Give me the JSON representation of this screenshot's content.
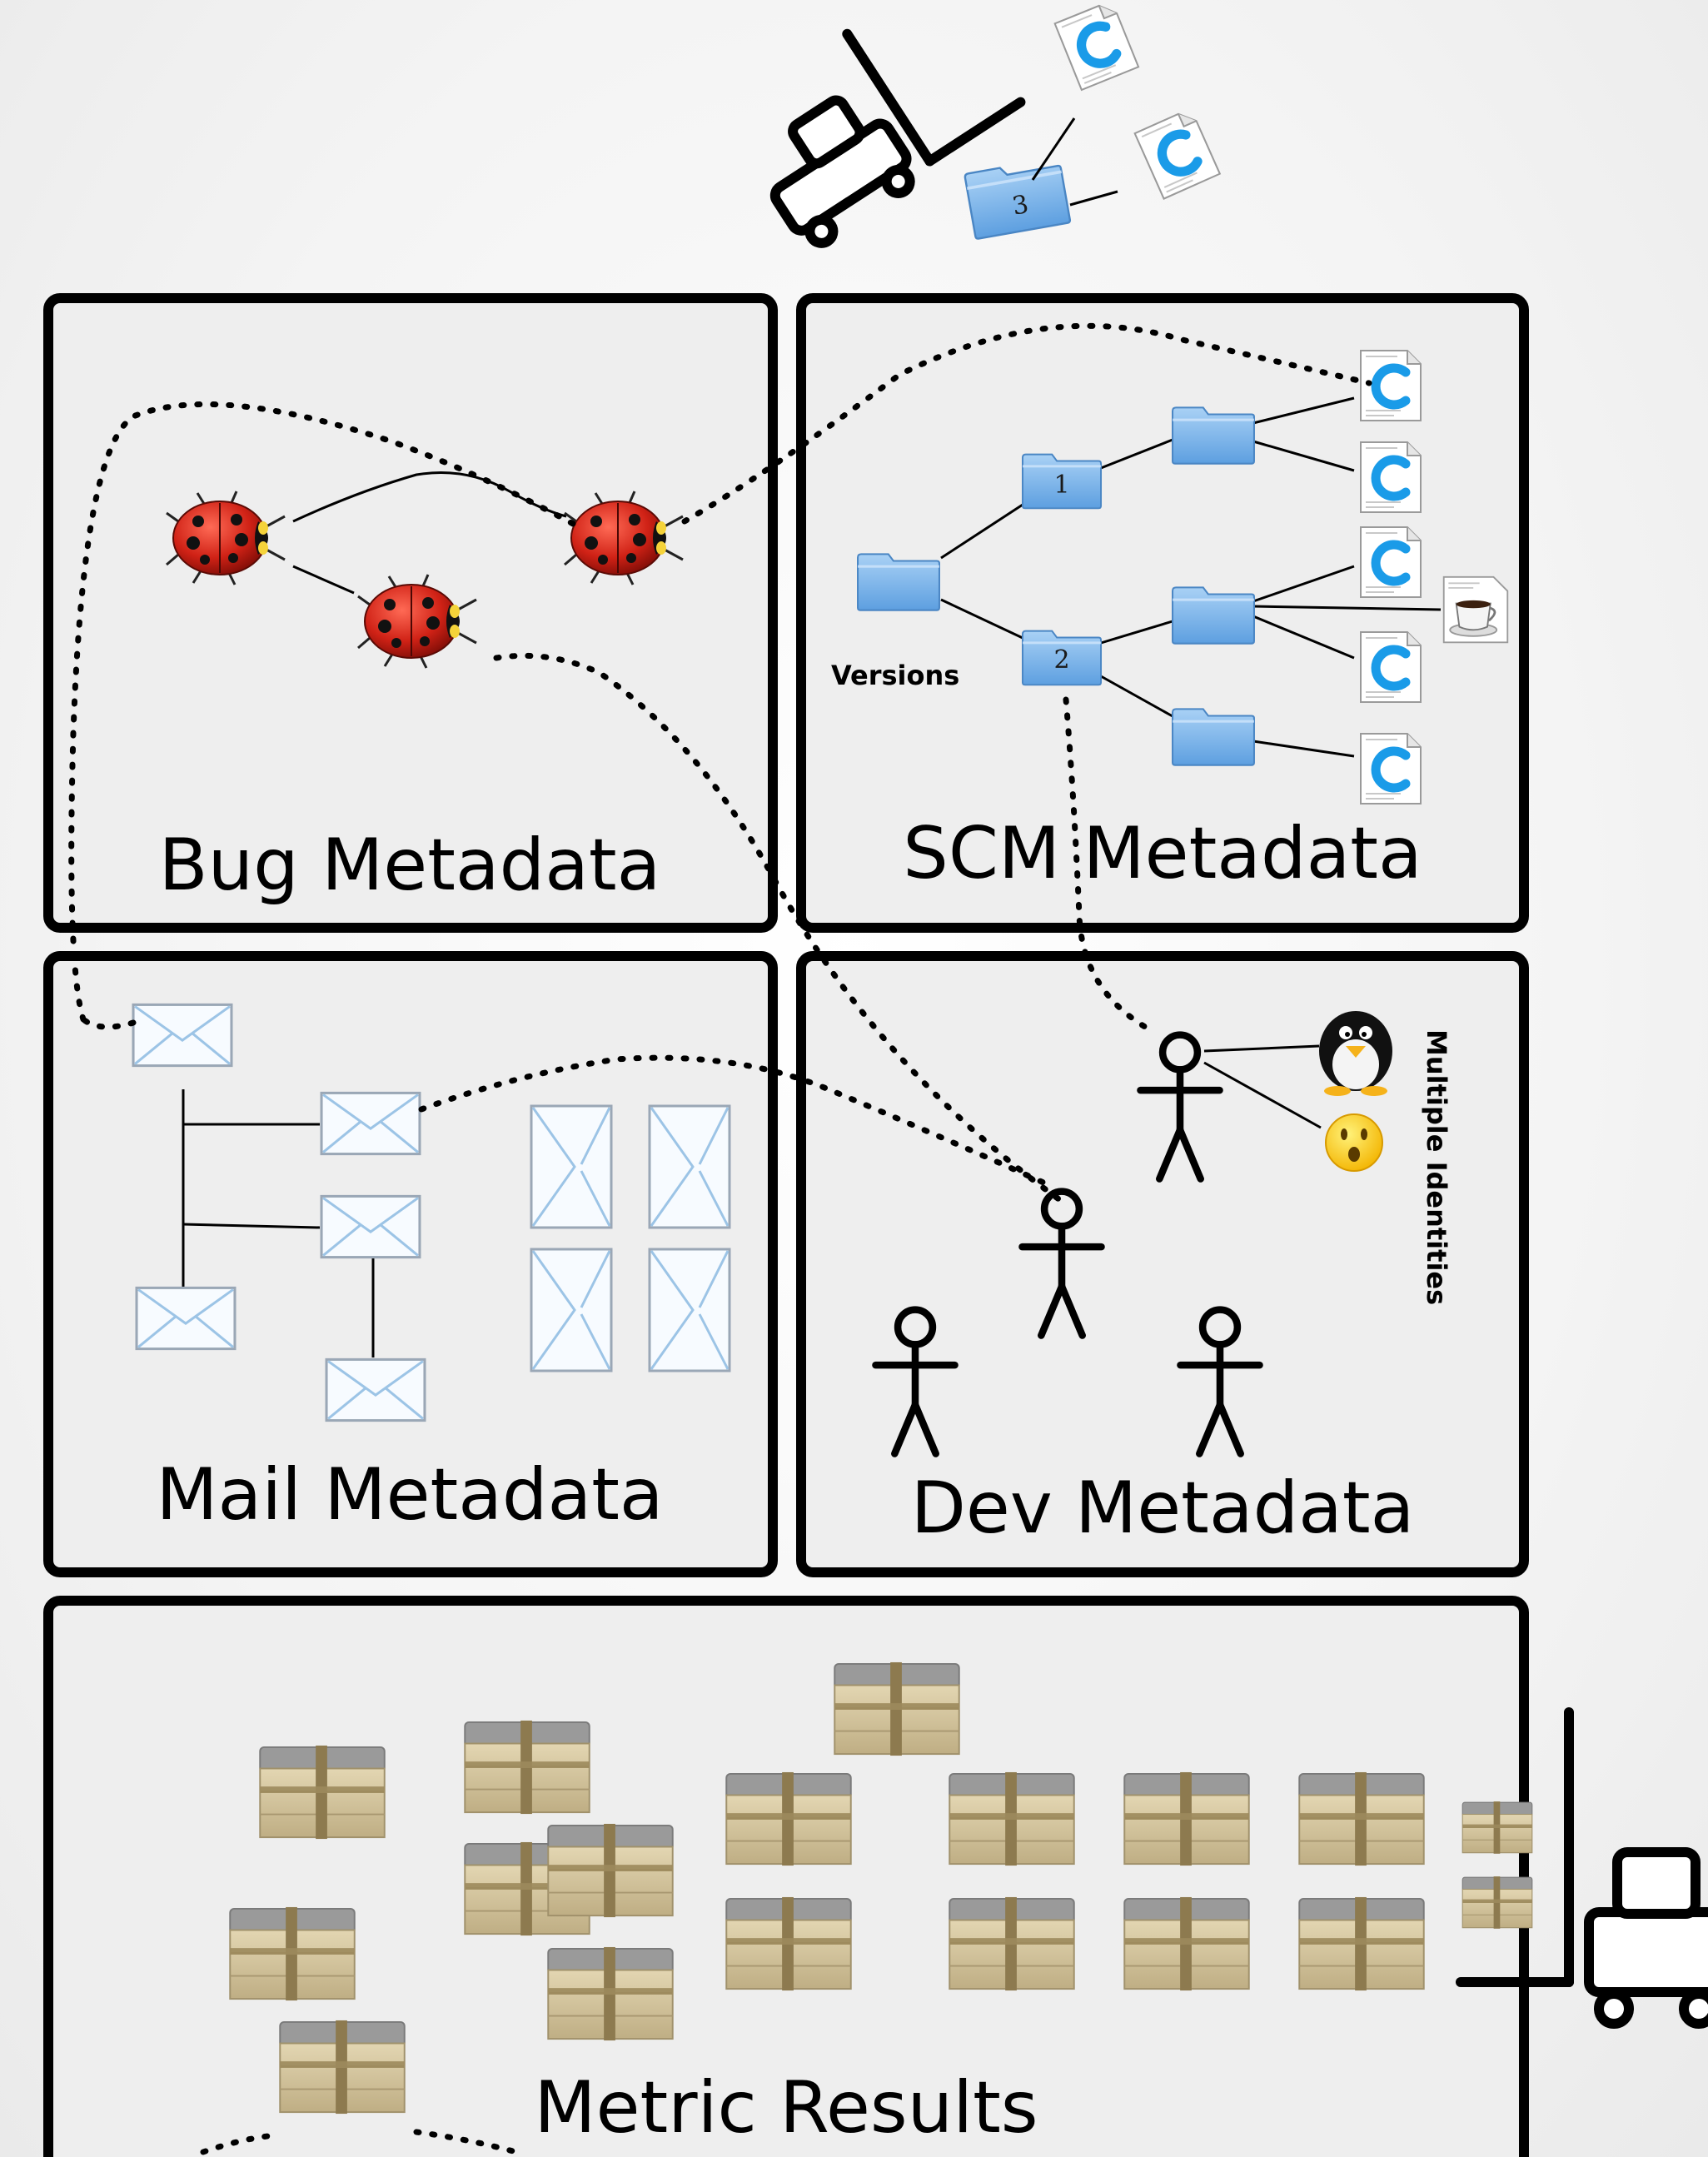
{
  "panels": {
    "bug": {
      "title": "Bug Metadata"
    },
    "scm": {
      "title": "SCM Metadata",
      "versions_label": "Versions"
    },
    "mail": {
      "title": "Mail Metadata"
    },
    "dev": {
      "title": "Dev Metadata",
      "identities_label": "Multiple Identities"
    },
    "metrics": {
      "title": "Metric Results"
    }
  },
  "folders": {
    "top_folder": "3",
    "version_1": "1",
    "version_2": "2"
  },
  "doc_glyph": "C",
  "colors": {
    "panel_fill": "#eeeeee",
    "panel_border": "#000000",
    "folder_blue": "#7fb6ea",
    "ladybug_red": "#d42a1c",
    "c_blue": "#1a9be8"
  }
}
